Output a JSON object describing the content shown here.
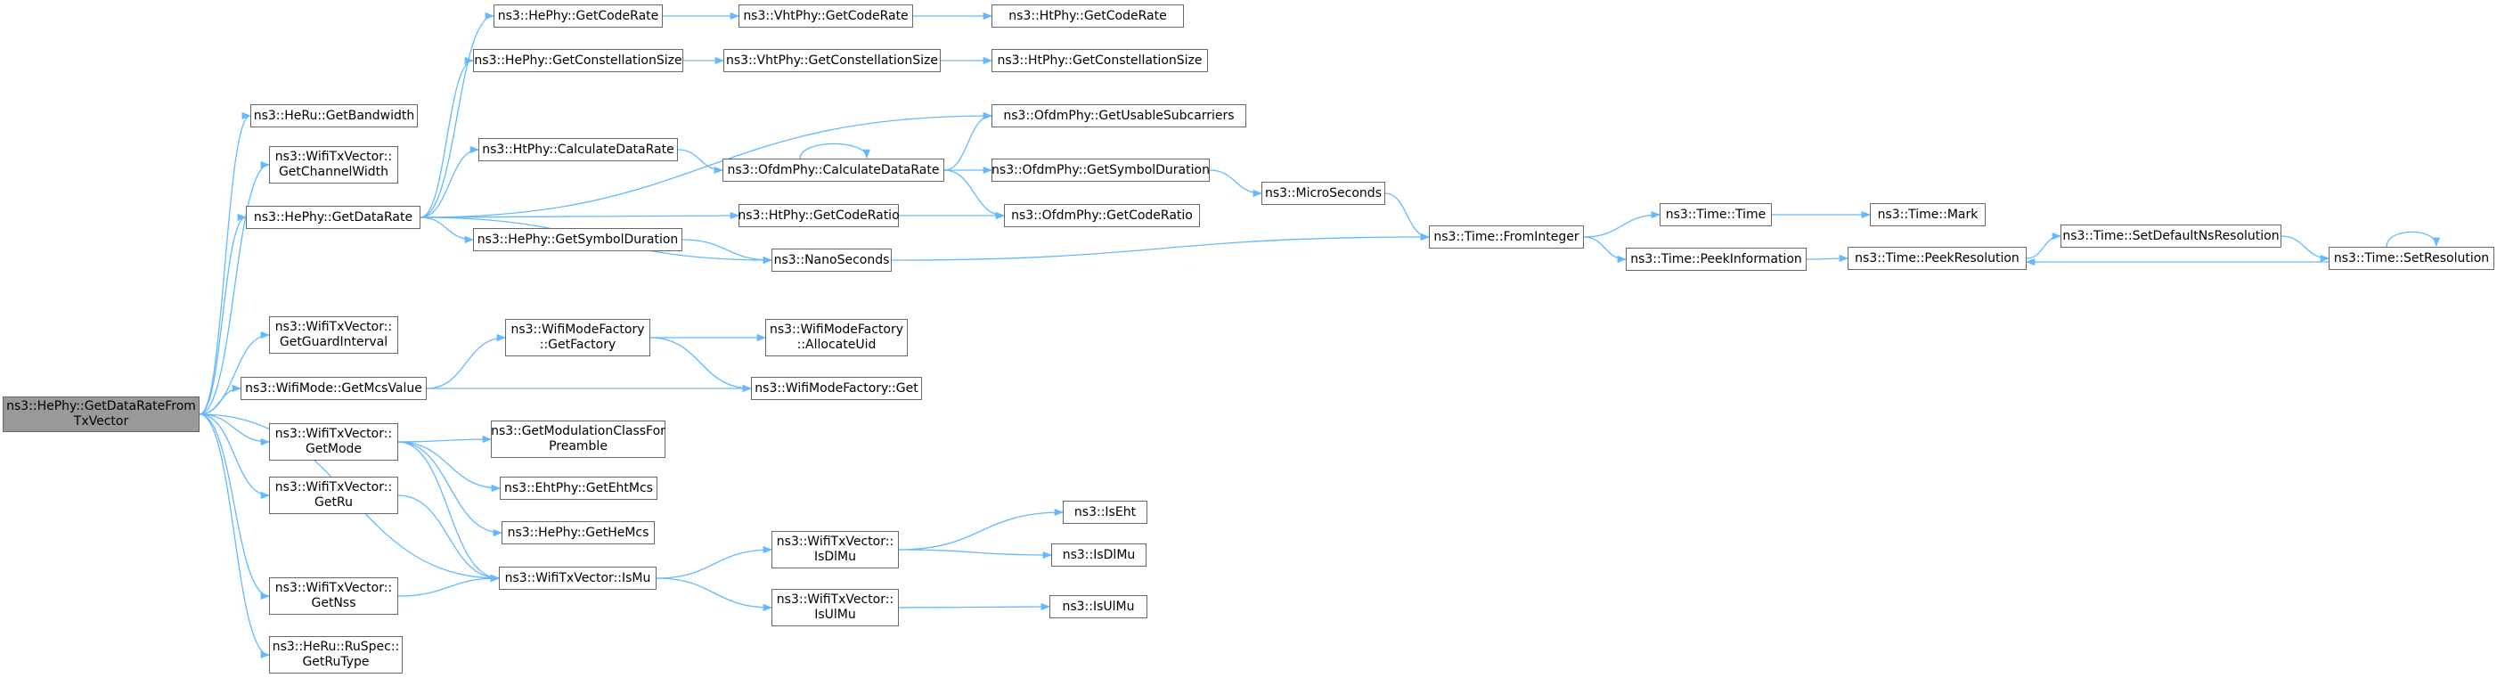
{
  "graph": {
    "edge_color": "#63b8ff",
    "root_fill": "#999999",
    "node_fill": "#ffffff",
    "node_border": "#666666",
    "nodes": [
      {
        "id": "root",
        "lines": [
          "ns3::HePhy::GetDataRateFrom",
          "TxVector"
        ],
        "root": true
      },
      {
        "id": "getbandwidth",
        "lines": [
          "ns3::HeRu::GetBandwidth"
        ]
      },
      {
        "id": "getchannelwidth",
        "lines": [
          "ns3::WifiTxVector::",
          "GetChannelWidth"
        ]
      },
      {
        "id": "hephy-getdatarate",
        "lines": [
          "ns3::HePhy::GetDataRate"
        ]
      },
      {
        "id": "getguardinterval",
        "lines": [
          "ns3::WifiTxVector::",
          "GetGuardInterval"
        ]
      },
      {
        "id": "getmcsvalue",
        "lines": [
          "ns3::WifiMode::GetMcsValue"
        ]
      },
      {
        "id": "getmode",
        "lines": [
          "ns3::WifiTxVector::",
          "GetMode"
        ]
      },
      {
        "id": "getru",
        "lines": [
          "ns3::WifiTxVector::",
          "GetRu"
        ]
      },
      {
        "id": "getnss",
        "lines": [
          "ns3::WifiTxVector::",
          "GetNss"
        ]
      },
      {
        "id": "getrutype",
        "lines": [
          "ns3::HeRu::RuSpec::",
          "GetRuType"
        ]
      },
      {
        "id": "hephy-getcoderate",
        "lines": [
          "ns3::HePhy::GetCodeRate"
        ]
      },
      {
        "id": "hephy-getconstellationsize",
        "lines": [
          "ns3::HePhy::GetConstellationSize"
        ]
      },
      {
        "id": "htphy-calculatedatarate",
        "lines": [
          "ns3::HtPhy::CalculateDataRate"
        ]
      },
      {
        "id": "hephy-getsymbolduration",
        "lines": [
          "ns3::HePhy::GetSymbolDuration"
        ]
      },
      {
        "id": "wifimodefactory-getfactory",
        "lines": [
          "ns3::WifiModeFactory",
          "::GetFactory"
        ]
      },
      {
        "id": "getmodulationclassforpreamble",
        "lines": [
          "ns3::GetModulationClassFor",
          "Preamble"
        ]
      },
      {
        "id": "ehtphy-getehtmcs",
        "lines": [
          "ns3::EhtPhy::GetEhtMcs"
        ]
      },
      {
        "id": "hephy-gethemcs",
        "lines": [
          "ns3::HePhy::GetHeMcs"
        ]
      },
      {
        "id": "ismu",
        "lines": [
          "ns3::WifiTxVector::IsMu"
        ]
      },
      {
        "id": "vhtphy-getcoderate",
        "lines": [
          "ns3::VhtPhy::GetCodeRate"
        ]
      },
      {
        "id": "vhtphy-getconstellationsize",
        "lines": [
          "ns3::VhtPhy::GetConstellationSize"
        ]
      },
      {
        "id": "ofdmphy-calculatedatarate",
        "lines": [
          "ns3::OfdmPhy::CalculateDataRate"
        ]
      },
      {
        "id": "htphy-getcoderatio",
        "lines": [
          "ns3::HtPhy::GetCodeRatio"
        ]
      },
      {
        "id": "nanoseconds",
        "lines": [
          "ns3::NanoSeconds"
        ]
      },
      {
        "id": "allocateuid",
        "lines": [
          "ns3::WifiModeFactory",
          "::AllocateUid"
        ]
      },
      {
        "id": "wifimodefactory-get",
        "lines": [
          "ns3::WifiModeFactory::Get"
        ]
      },
      {
        "id": "isdlmu-vec",
        "lines": [
          "ns3::WifiTxVector::",
          "IsDlMu"
        ]
      },
      {
        "id": "isulmu-vec",
        "lines": [
          "ns3::WifiTxVector::",
          "IsUlMu"
        ]
      },
      {
        "id": "htphy-getcoderate",
        "lines": [
          "ns3::HtPhy::GetCodeRate"
        ]
      },
      {
        "id": "htphy-getconstellationsize",
        "lines": [
          "ns3::HtPhy::GetConstellationSize"
        ]
      },
      {
        "id": "getusablesubcarriers",
        "lines": [
          "ns3::OfdmPhy::GetUsableSubcarriers"
        ]
      },
      {
        "id": "ofdmphy-getsymbolduration",
        "lines": [
          "ns3::OfdmPhy::GetSymbolDuration"
        ]
      },
      {
        "id": "ofdmphy-getcoderatio",
        "lines": [
          "ns3::OfdmPhy::GetCodeRatio"
        ]
      },
      {
        "id": "iseht",
        "lines": [
          "ns3::IsEht"
        ]
      },
      {
        "id": "isdlmu",
        "lines": [
          "ns3::IsDlMu"
        ]
      },
      {
        "id": "isulmu",
        "lines": [
          "ns3::IsUlMu"
        ]
      },
      {
        "id": "microseconds",
        "lines": [
          "ns3::MicroSeconds"
        ]
      },
      {
        "id": "time-frominteger",
        "lines": [
          "ns3::Time::FromInteger"
        ]
      },
      {
        "id": "time-time",
        "lines": [
          "ns3::Time::Time"
        ]
      },
      {
        "id": "time-peekinformation",
        "lines": [
          "ns3::Time::PeekInformation"
        ]
      },
      {
        "id": "time-mark",
        "lines": [
          "ns3::Time::Mark"
        ]
      },
      {
        "id": "time-peekresolution",
        "lines": [
          "ns3::Time::PeekResolution"
        ]
      },
      {
        "id": "time-setdefaultnsresolution",
        "lines": [
          "ns3::Time::SetDefaultNsResolution"
        ]
      },
      {
        "id": "time-setresolution",
        "lines": [
          "ns3::Time::SetResolution"
        ]
      }
    ],
    "edges": [
      [
        "root",
        "getbandwidth"
      ],
      [
        "root",
        "getchannelwidth"
      ],
      [
        "root",
        "hephy-getdatarate"
      ],
      [
        "root",
        "getguardinterval"
      ],
      [
        "root",
        "getmcsvalue"
      ],
      [
        "root",
        "getmode"
      ],
      [
        "root",
        "getru"
      ],
      [
        "root",
        "ismu"
      ],
      [
        "root",
        "getnss"
      ],
      [
        "root",
        "getrutype"
      ],
      [
        "hephy-getdatarate",
        "hephy-getcoderate"
      ],
      [
        "hephy-getdatarate",
        "hephy-getconstellationsize"
      ],
      [
        "hephy-getdatarate",
        "getusablesubcarriers"
      ],
      [
        "hephy-getdatarate",
        "htphy-calculatedatarate"
      ],
      [
        "hephy-getdatarate",
        "htphy-getcoderatio"
      ],
      [
        "hephy-getdatarate",
        "hephy-getsymbolduration"
      ],
      [
        "hephy-getdatarate",
        "nanoseconds"
      ],
      [
        "hephy-getcoderate",
        "vhtphy-getcoderate"
      ],
      [
        "vhtphy-getcoderate",
        "htphy-getcoderate"
      ],
      [
        "hephy-getconstellationsize",
        "vhtphy-getconstellationsize"
      ],
      [
        "vhtphy-getconstellationsize",
        "htphy-getconstellationsize"
      ],
      [
        "htphy-calculatedatarate",
        "ofdmphy-calculatedatarate"
      ],
      [
        "ofdmphy-calculatedatarate",
        "ofdmphy-calculatedatarate"
      ],
      [
        "ofdmphy-calculatedatarate",
        "getusablesubcarriers"
      ],
      [
        "ofdmphy-calculatedatarate",
        "ofdmphy-getsymbolduration"
      ],
      [
        "ofdmphy-calculatedatarate",
        "ofdmphy-getcoderatio"
      ],
      [
        "htphy-getcoderatio",
        "ofdmphy-getcoderatio"
      ],
      [
        "ofdmphy-getsymbolduration",
        "microseconds"
      ],
      [
        "microseconds",
        "time-frominteger"
      ],
      [
        "hephy-getsymbolduration",
        "nanoseconds"
      ],
      [
        "nanoseconds",
        "time-frominteger"
      ],
      [
        "time-frominteger",
        "time-time"
      ],
      [
        "time-frominteger",
        "time-peekinformation"
      ],
      [
        "time-time",
        "time-mark"
      ],
      [
        "time-peekinformation",
        "time-peekresolution"
      ],
      [
        "time-peekresolution",
        "time-setdefaultnsresolution"
      ],
      [
        "time-setdefaultnsresolution",
        "time-setresolution"
      ],
      [
        "time-setresolution",
        "time-setresolution"
      ],
      [
        "time-setresolution",
        "time-peekresolution"
      ],
      [
        "getmcsvalue",
        "wifimodefactory-getfactory"
      ],
      [
        "getmcsvalue",
        "wifimodefactory-get"
      ],
      [
        "wifimodefactory-getfactory",
        "allocateuid"
      ],
      [
        "wifimodefactory-getfactory",
        "wifimodefactory-get"
      ],
      [
        "getmode",
        "getmodulationclassforpreamble"
      ],
      [
        "getmode",
        "ehtphy-getehtmcs"
      ],
      [
        "getmode",
        "hephy-gethemcs"
      ],
      [
        "getmode",
        "ismu"
      ],
      [
        "getru",
        "ismu"
      ],
      [
        "getnss",
        "ismu"
      ],
      [
        "ismu",
        "isdlmu-vec"
      ],
      [
        "ismu",
        "isulmu-vec"
      ],
      [
        "isdlmu-vec",
        "iseht"
      ],
      [
        "isdlmu-vec",
        "isdlmu"
      ],
      [
        "isulmu-vec",
        "isulmu"
      ]
    ]
  }
}
